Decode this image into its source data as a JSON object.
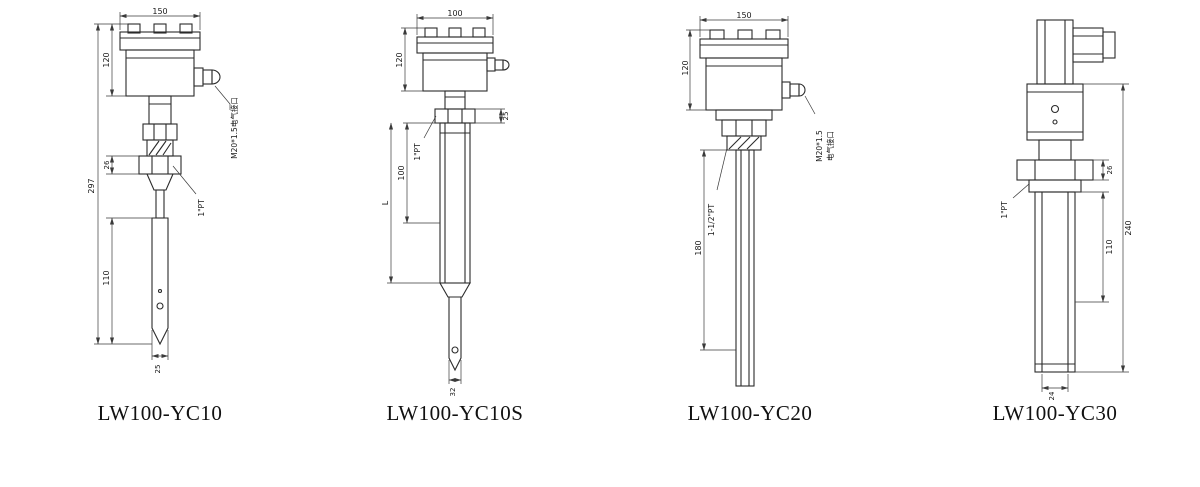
{
  "sheet": {
    "background": "#ffffff",
    "line_color": "#2b2b2b"
  },
  "figures": [
    {
      "model": "LW100-YC10",
      "dims": {
        "top_width": "150",
        "housing_height": "120",
        "overall_height": "297",
        "hex_height": "26",
        "fork_length": "110",
        "tip_width": "25"
      },
      "labels": {
        "cable_gland": "M20*1.5电气接口",
        "process_thread": "1\"PT"
      }
    },
    {
      "model": "LW100-YC10S",
      "dims": {
        "top_width": "100",
        "housing_height": "120",
        "collar_height": "25",
        "tube_upper": "100",
        "tube_length": "L",
        "tip_width": "32"
      },
      "labels": {
        "process_thread": "1\"PT"
      }
    },
    {
      "model": "LW100-YC20",
      "dims": {
        "top_width": "150",
        "housing_height": "120",
        "pipe_length": "180"
      },
      "labels": {
        "cable_gland_line1": "M20*1.5",
        "cable_gland_line2": "电气接口",
        "process_thread": "1-1/2\"PT"
      }
    },
    {
      "model": "LW100-YC30",
      "dims": {
        "overall_height": "240",
        "flange_height": "26",
        "probe_length": "110",
        "tip_width": "24"
      },
      "labels": {
        "process_thread": "1\"PT"
      }
    }
  ]
}
